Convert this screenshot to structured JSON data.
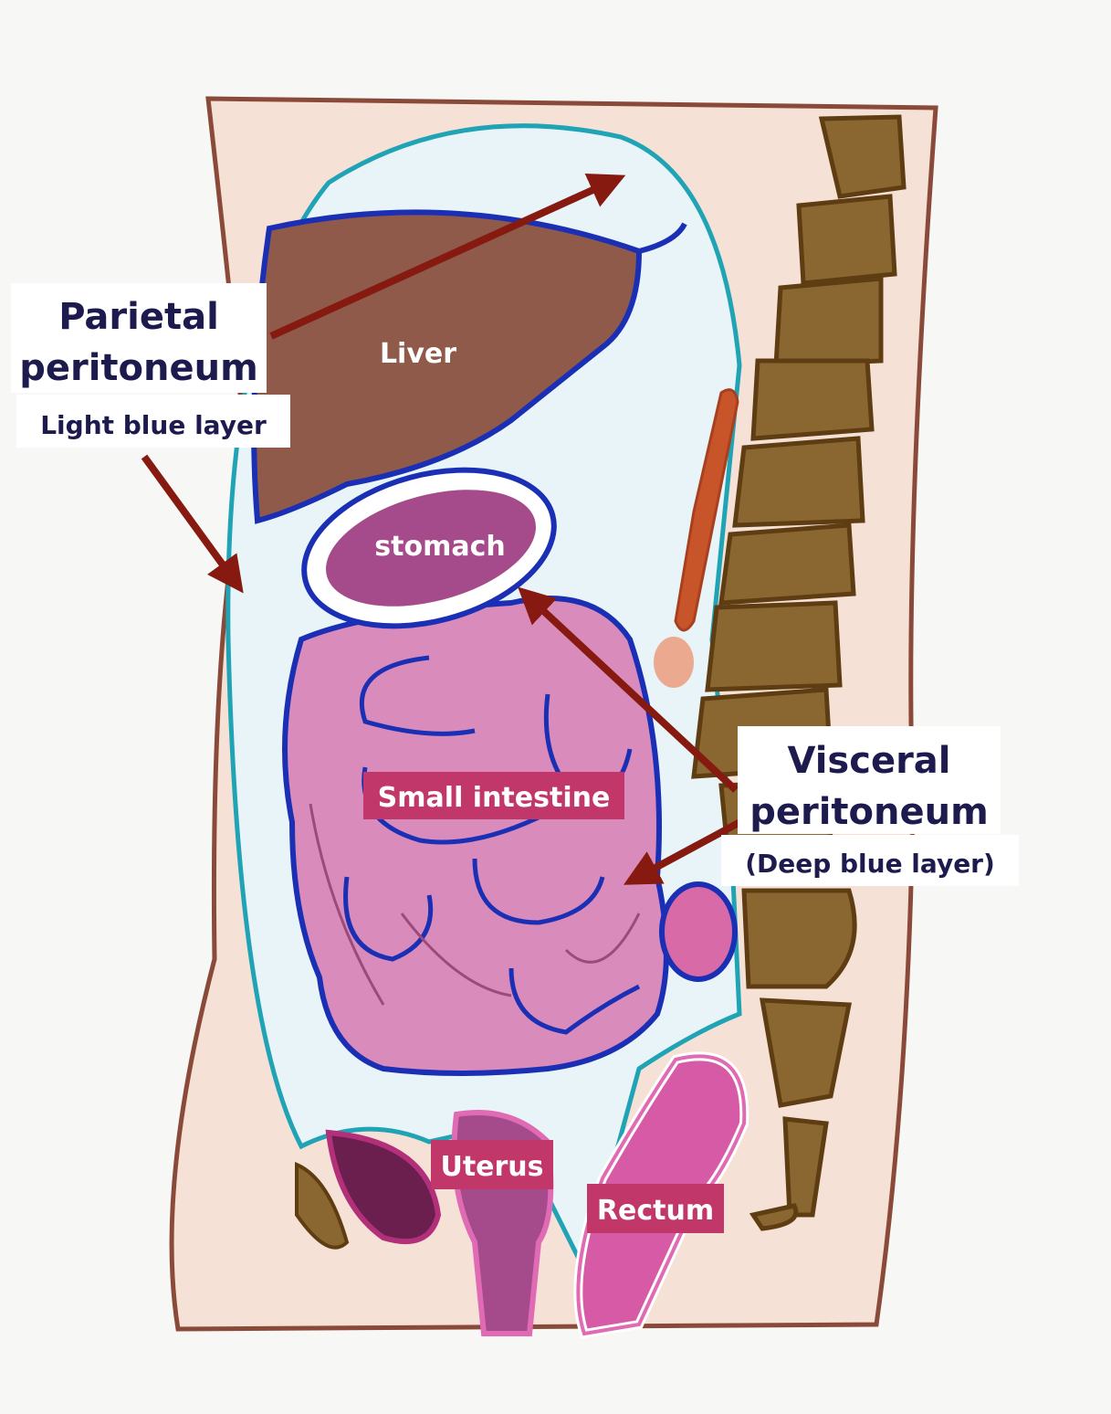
{
  "labels": {
    "parietal_title_1": "Parietal",
    "parietal_title_2": "peritoneum",
    "parietal_sub": "Light blue layer",
    "visceral_title_1": "Visceral",
    "visceral_title_2": "peritoneum",
    "visceral_sub": "(Deep blue layer)",
    "liver": "Liver",
    "stomach": "stomach",
    "small_intestine": "Small intestine",
    "uterus": "Uterus",
    "rectum": "Rectum"
  },
  "colors": {
    "background": "#f7f7f5",
    "body_skin": "#f6e1d6",
    "body_outline": "#8a4a3a",
    "cavity_fill": "#e8f4f7",
    "parietal_layer": "#1fa3b5",
    "visceral_layer": "#1b2fb5",
    "liver_fill": "#8f5a4a",
    "stomach_fill": "#a54a8a",
    "intestine_fill": "#d98cbc",
    "intestine_line": "#9c4a7a",
    "label_box": "#c2376a",
    "arrow": "#861a10",
    "title_text": "#1d1a4e",
    "spine": "#8a6630",
    "spine_dark": "#5e3d12",
    "aorta": "#c8542a",
    "bladder": "#6b1f4e",
    "rectum_fill": "#d65aa6"
  }
}
